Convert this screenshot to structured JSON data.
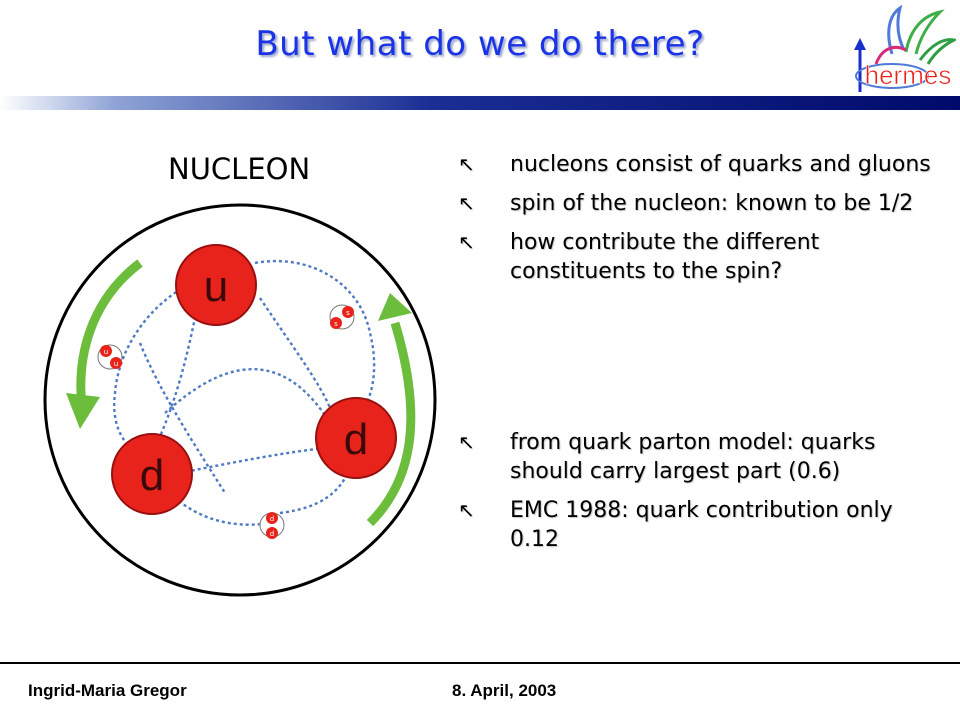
{
  "slide": {
    "title": "But what do we do there?",
    "logo_text": "hermes",
    "nucleon_label": "NUCLEON",
    "bullet_glyph": "↖",
    "bullets_top": [
      "nucleons consist of quarks and gluons",
      "spin of the nucleon: known to be 1/2",
      "how contribute the different constituents to the spin?"
    ],
    "bullets_bottom": [
      "from quark parton model: quarks should carry largest part (0.6)",
      "EMC 1988: quark contribution only 0.12"
    ],
    "footer_author": "Ingrid-Maria Gregor",
    "footer_date": "8. April, 2003"
  },
  "diagram": {
    "quarks": [
      "u",
      "d",
      "d"
    ],
    "sea_pair_labels": [
      [
        "u",
        "u"
      ],
      [
        "s",
        "s"
      ],
      [
        "d",
        "d"
      ]
    ]
  },
  "colors": {
    "title": "#1a33e6",
    "quark": "#e8231c",
    "gluon": "#4f79c4",
    "arrow": "#6dbd3d",
    "logo_text": "#e8231c"
  }
}
